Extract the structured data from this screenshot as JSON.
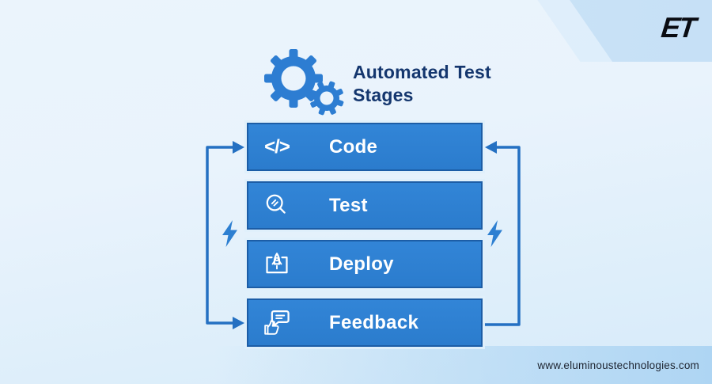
{
  "branding": {
    "logo_text": "ET",
    "website": "www.eluminoustechnologies.com"
  },
  "header": {
    "title_line1": "Automated Test",
    "title_line2": "Stages",
    "icon": "gears-icon"
  },
  "pipeline": {
    "stages": [
      {
        "label": "Code",
        "icon": "code-icon",
        "glyph": "</>"
      },
      {
        "label": "Test",
        "icon": "magnifier-icon"
      },
      {
        "label": "Deploy",
        "icon": "rocket-launch-icon"
      },
      {
        "label": "Feedback",
        "icon": "feedback-thumbs-up-icon"
      }
    ],
    "connectors": {
      "left_loop": "arrows into Code and Feedback",
      "right_loop": "arrow from Feedback back into Code"
    },
    "colors": {
      "bar_fill": "#2d7fd1",
      "bar_border": "#1c5da6",
      "bar_halo": "#dfeffb",
      "label_text": "#ffffff",
      "title_text": "#14366e",
      "arrow_line": "#2470c2",
      "bolt": "#2d7fd1",
      "gear": "#2d7dd2",
      "background_top": "#ebf4fc",
      "background_bottom": "#d7eaf9",
      "corner_band": "#cbe3f7",
      "bottom_band": "#aed5f3"
    }
  }
}
